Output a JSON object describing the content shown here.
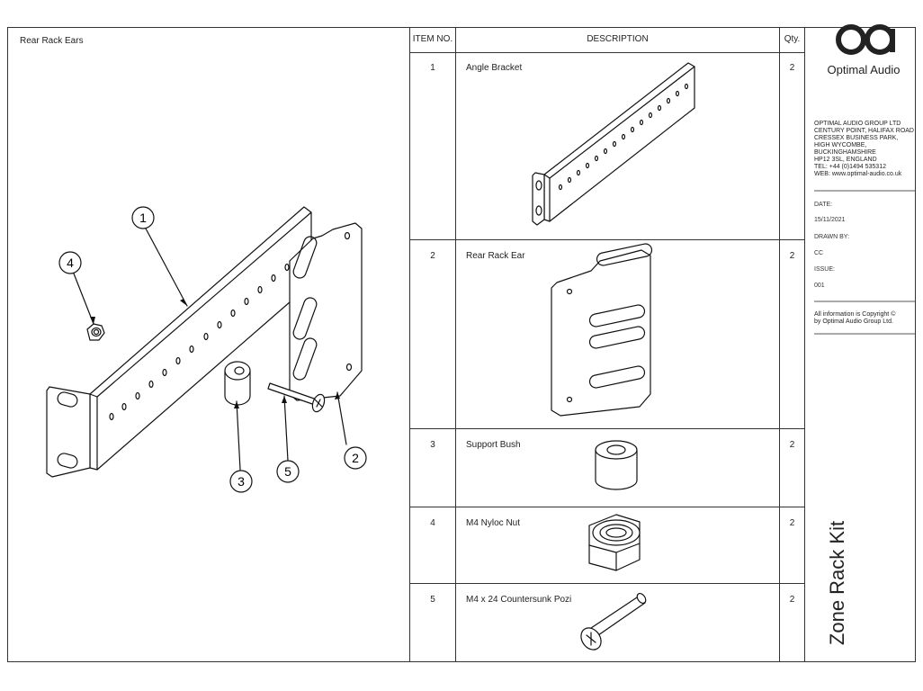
{
  "drawing": {
    "title": "Rear Rack Ears",
    "callouts": [
      "1",
      "2",
      "3",
      "4",
      "5"
    ]
  },
  "table": {
    "headers": {
      "item_no": "ITEM NO.",
      "description": "DESCRIPTION",
      "qty": "Qty."
    },
    "rows": [
      {
        "item": "1",
        "description": "Angle Bracket",
        "qty": "2"
      },
      {
        "item": "2",
        "description": "Rear Rack Ear",
        "qty": "2"
      },
      {
        "item": "3",
        "description": "Support Bush",
        "qty": "2"
      },
      {
        "item": "4",
        "description": "M4 Nyloc Nut",
        "qty": "2"
      },
      {
        "item": "5",
        "description": "M4 x 24 Countersunk Pozi",
        "qty": "2"
      }
    ]
  },
  "company": {
    "logo_text": "Optimal Audio",
    "address_lines": [
      "OPTIMAL AUDIO GROUP LTD",
      "CENTURY POINT, HALIFAX ROAD",
      "CRESSEX BUSINESS PARK,",
      "HIGH WYCOMBE,",
      "BUCKINGHAMSHIRE",
      "HP12 3SL, ENGLAND",
      "TEL: +44 (0)1494 535312",
      "WEB: www.optimal-audio.co.uk"
    ]
  },
  "info": {
    "date_label": "DATE:",
    "date_value": "15/11/2021",
    "drawn_by_label": "DRAWN BY:",
    "drawn_by_value": "CC",
    "issue_label": "ISSUE:",
    "issue_value": "001",
    "copyright_line1": "All information is Copyright ©",
    "copyright_line2": "by Optimal Audio Group Ltd."
  },
  "sheet_title": "Zone Rack Kit"
}
